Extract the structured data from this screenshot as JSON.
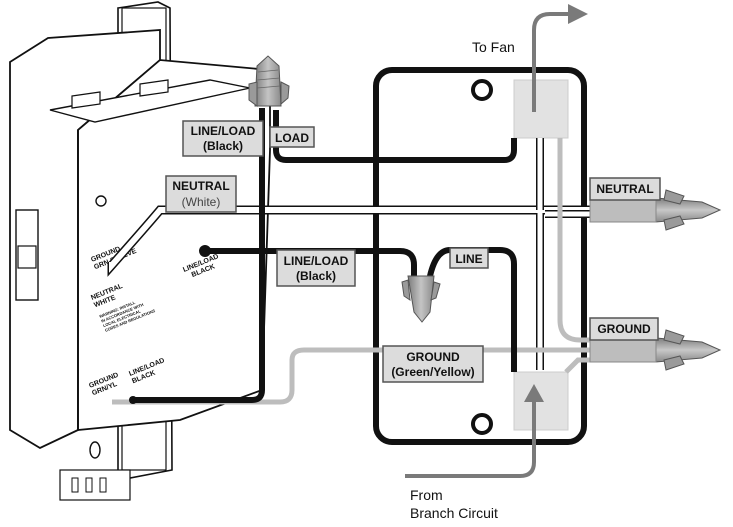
{
  "direction_labels": {
    "to_fan": "To Fan",
    "from_line1": "From",
    "from_line2": "Branch Circuit"
  },
  "callouts": {
    "line_load_black_top": {
      "line1": "LINE/LOAD",
      "line2": "(Black)"
    },
    "load": "LOAD",
    "neutral_white": {
      "line1": "NEUTRAL",
      "line2": "(White)"
    },
    "line_load_black_mid": {
      "line1": "LINE/LOAD",
      "line2": "(Black)"
    },
    "line": "LINE",
    "ground_green_yellow": {
      "line1": "GROUND",
      "line2": "(Green/Yellow)"
    },
    "neutral_box": "NEUTRAL",
    "ground_box": "GROUND"
  },
  "device_labels": {
    "ground_grn_sleeve": {
      "line1": "GROUND",
      "line2": "GRN SLEEVE"
    },
    "neutral_white": {
      "line1": "NEUTRAL",
      "line2": "WHITE"
    },
    "line_load_black_side": {
      "line1": "LINE/LOAD",
      "line2": "BLACK"
    },
    "ground_grn_yl": {
      "line1": "GROUND",
      "line2": "GRN/YL"
    },
    "line_load_black_bottom": {
      "line1": "LINE/LOAD",
      "line2": "BLACK"
    },
    "fine_print": [
      "WARNING: INSTALL",
      "IN ACCORDANCE WITH",
      "LOCAL ELECTRICAL",
      "CODES AND REGULATIONS"
    ]
  },
  "colors": {
    "hot_wire": "#111111",
    "neutral_wire": "#ffffff",
    "ground_wire": "#bdbdbd",
    "arrow": "#7a7a7a",
    "callout_fill": "#dcdcdc",
    "wirenut": "#9a9a9a"
  }
}
